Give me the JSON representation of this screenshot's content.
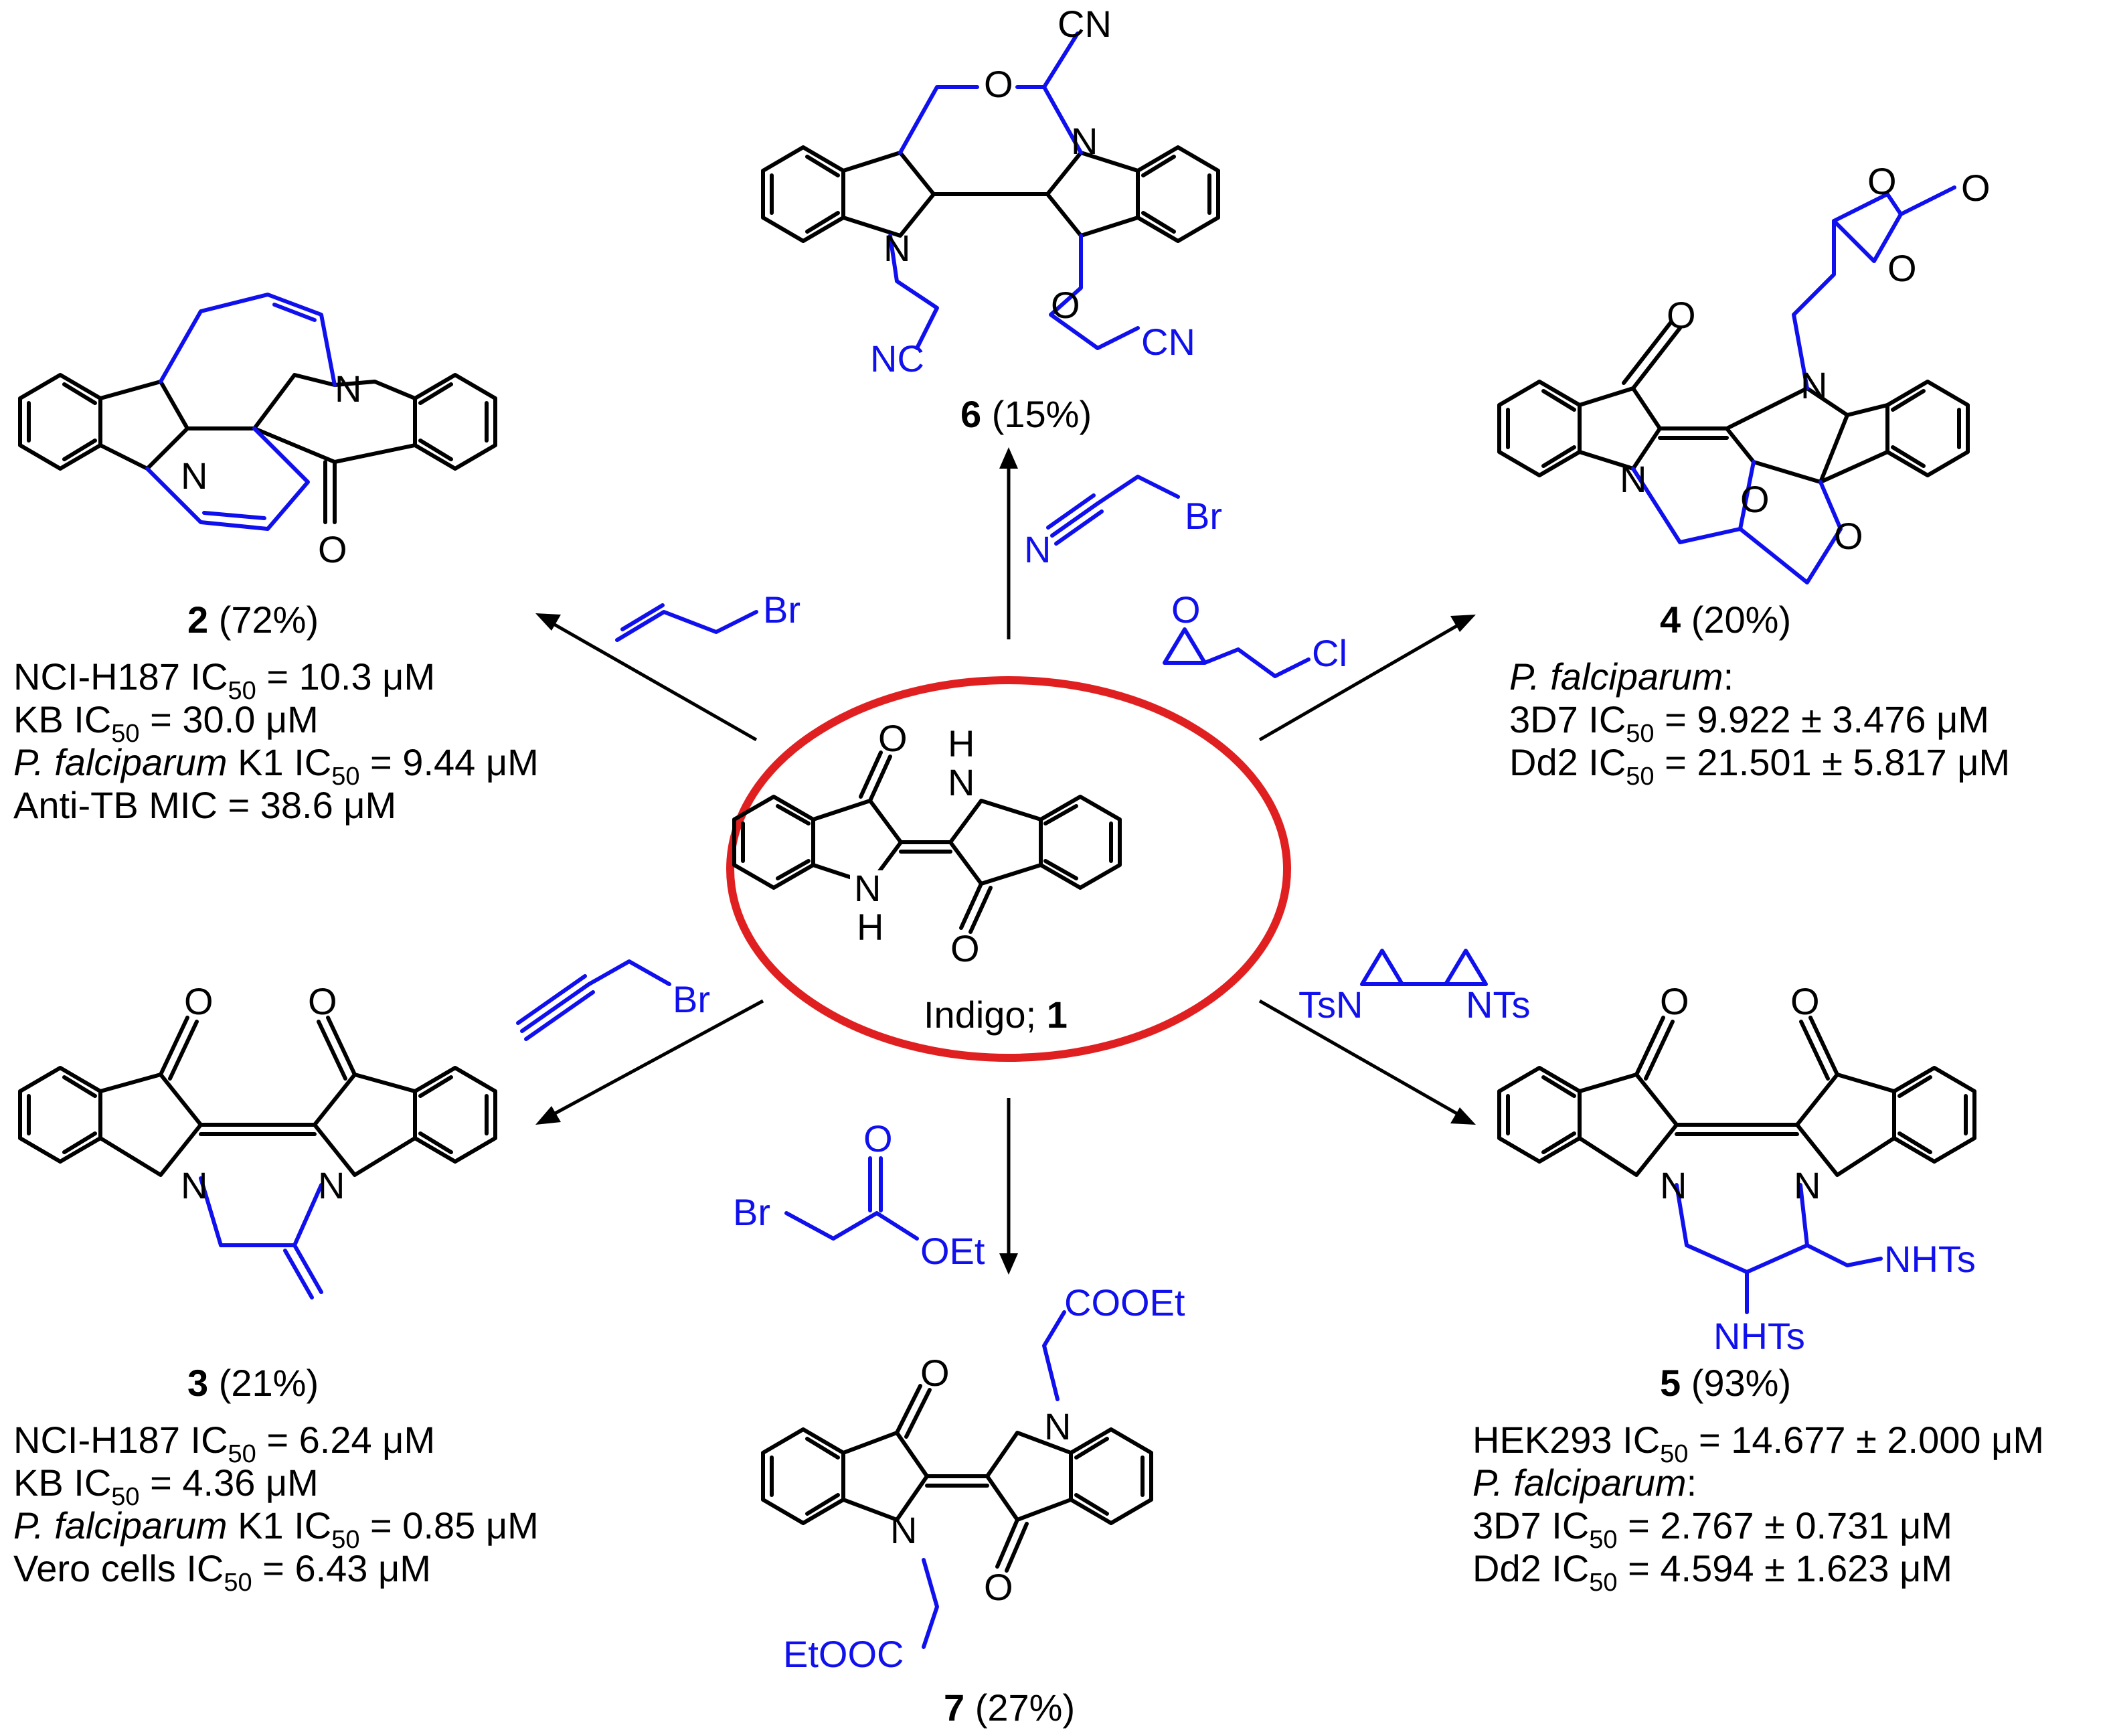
{
  "center": {
    "name": "Indigo",
    "number": "1",
    "atoms": {
      "o_top": "O",
      "o_bottom": "O",
      "nh_top": "H",
      "n_top": "N",
      "nh_bottom": "H",
      "n_bottom": "N"
    }
  },
  "compounds": {
    "c2": {
      "number": "2",
      "yield": "(72%)",
      "data": [
        {
          "pre": "NCI-H187 IC",
          "sub": "50",
          "post": " = 10.3 μM",
          "italic": ""
        },
        {
          "pre": "KB IC",
          "sub": "50",
          "post": " = 30.0 μM",
          "italic": ""
        },
        {
          "italic": "P. falciparum",
          "pre": " K1 IC",
          "sub": "50",
          "post": " = 9.44 μM"
        },
        {
          "pre": "Anti-TB MIC = 38.6 μM",
          "sub": "",
          "post": "",
          "italic": ""
        }
      ],
      "atoms": {
        "n1": "N",
        "n2": "N",
        "o": "O"
      }
    },
    "c3": {
      "number": "3",
      "yield": "(21%)",
      "data": [
        {
          "pre": "NCI-H187 IC",
          "sub": "50",
          "post": " = 6.24 μM",
          "italic": ""
        },
        {
          "pre": "KB IC",
          "sub": "50",
          "post": " = 4.36 μM",
          "italic": ""
        },
        {
          "italic": "P. falciparum",
          "pre": " K1 IC",
          "sub": "50",
          "post": " = 0.85 μM"
        },
        {
          "pre": "Vero cells IC",
          "sub": "50",
          "post": " = 6.43 μM",
          "italic": ""
        }
      ],
      "atoms": {
        "n1": "N",
        "n2": "N",
        "o1": "O",
        "o2": "O"
      }
    },
    "c4": {
      "number": "4",
      "yield": "(20%)",
      "data": [
        {
          "italic": "P.  falciparum",
          "pre": ":",
          "sub": "",
          "post": ""
        },
        {
          "pre": "3D7 IC",
          "sub": "50",
          "post": " = 9.922 ± 3.476 μM",
          "italic": ""
        },
        {
          "pre": "Dd2 IC",
          "sub": "50",
          "post": " = 21.501 ± 5.817 μM",
          "italic": ""
        }
      ],
      "atoms": {
        "n1": "N",
        "n2": "N",
        "o_keto": "O",
        "o_ring1": "O",
        "o_ring2": "O",
        "o_carb1": "O",
        "o_carb2": "O",
        "o_carb3": "O"
      }
    },
    "c5": {
      "number": "5",
      "yield": "(93%)",
      "data": [
        {
          "pre": "HEK293 IC",
          "sub": "50",
          "post": " = 14.677 ± 2.000 μM",
          "italic": ""
        },
        {
          "italic": "P. falciparum",
          "pre": ":",
          "sub": "",
          "post": ""
        },
        {
          "pre": "3D7 IC",
          "sub": "50",
          "post": " = 2.767 ± 0.731 μM",
          "italic": ""
        },
        {
          "pre": "Dd2 IC",
          "sub": "50",
          "post": " = 4.594 ± 1.623 μM",
          "italic": ""
        }
      ],
      "atoms": {
        "n1": "N",
        "n2": "N",
        "o1": "O",
        "o2": "O",
        "nhts1": "NHTs",
        "nhts2": "NHTs"
      }
    },
    "c6": {
      "number": "6",
      "yield": "(15%)",
      "atoms": {
        "o_ring": "O",
        "o_side": "O",
        "n1": "N",
        "n2": "N",
        "cn_top": "CN",
        "cn_right": "CN",
        "nc_left": "NC"
      }
    },
    "c7": {
      "number": "7",
      "yield": "(27%)",
      "atoms": {
        "o1": "O",
        "o2": "O",
        "n1": "N",
        "n2": "N",
        "ester1": "COOEt",
        "ester2": "EtOOC"
      }
    }
  },
  "reagents": {
    "allyl_bromide": {
      "br": "Br"
    },
    "bromoacetonitrile": {
      "n": "N",
      "br": "Br"
    },
    "epichlorohydrin": {
      "o": "O",
      "cl": "Cl"
    },
    "propargyl_bromide": {
      "br": "Br"
    },
    "ethyl_bromoacetate": {
      "br": "Br",
      "o": "O",
      "oet": "OEt"
    },
    "bis_aziridine": {
      "left": "TsN",
      "right": "NTs"
    }
  },
  "colors": {
    "reagent_blue": "#1010ee",
    "ellipse_red": "#e02020",
    "text": "#000000"
  }
}
